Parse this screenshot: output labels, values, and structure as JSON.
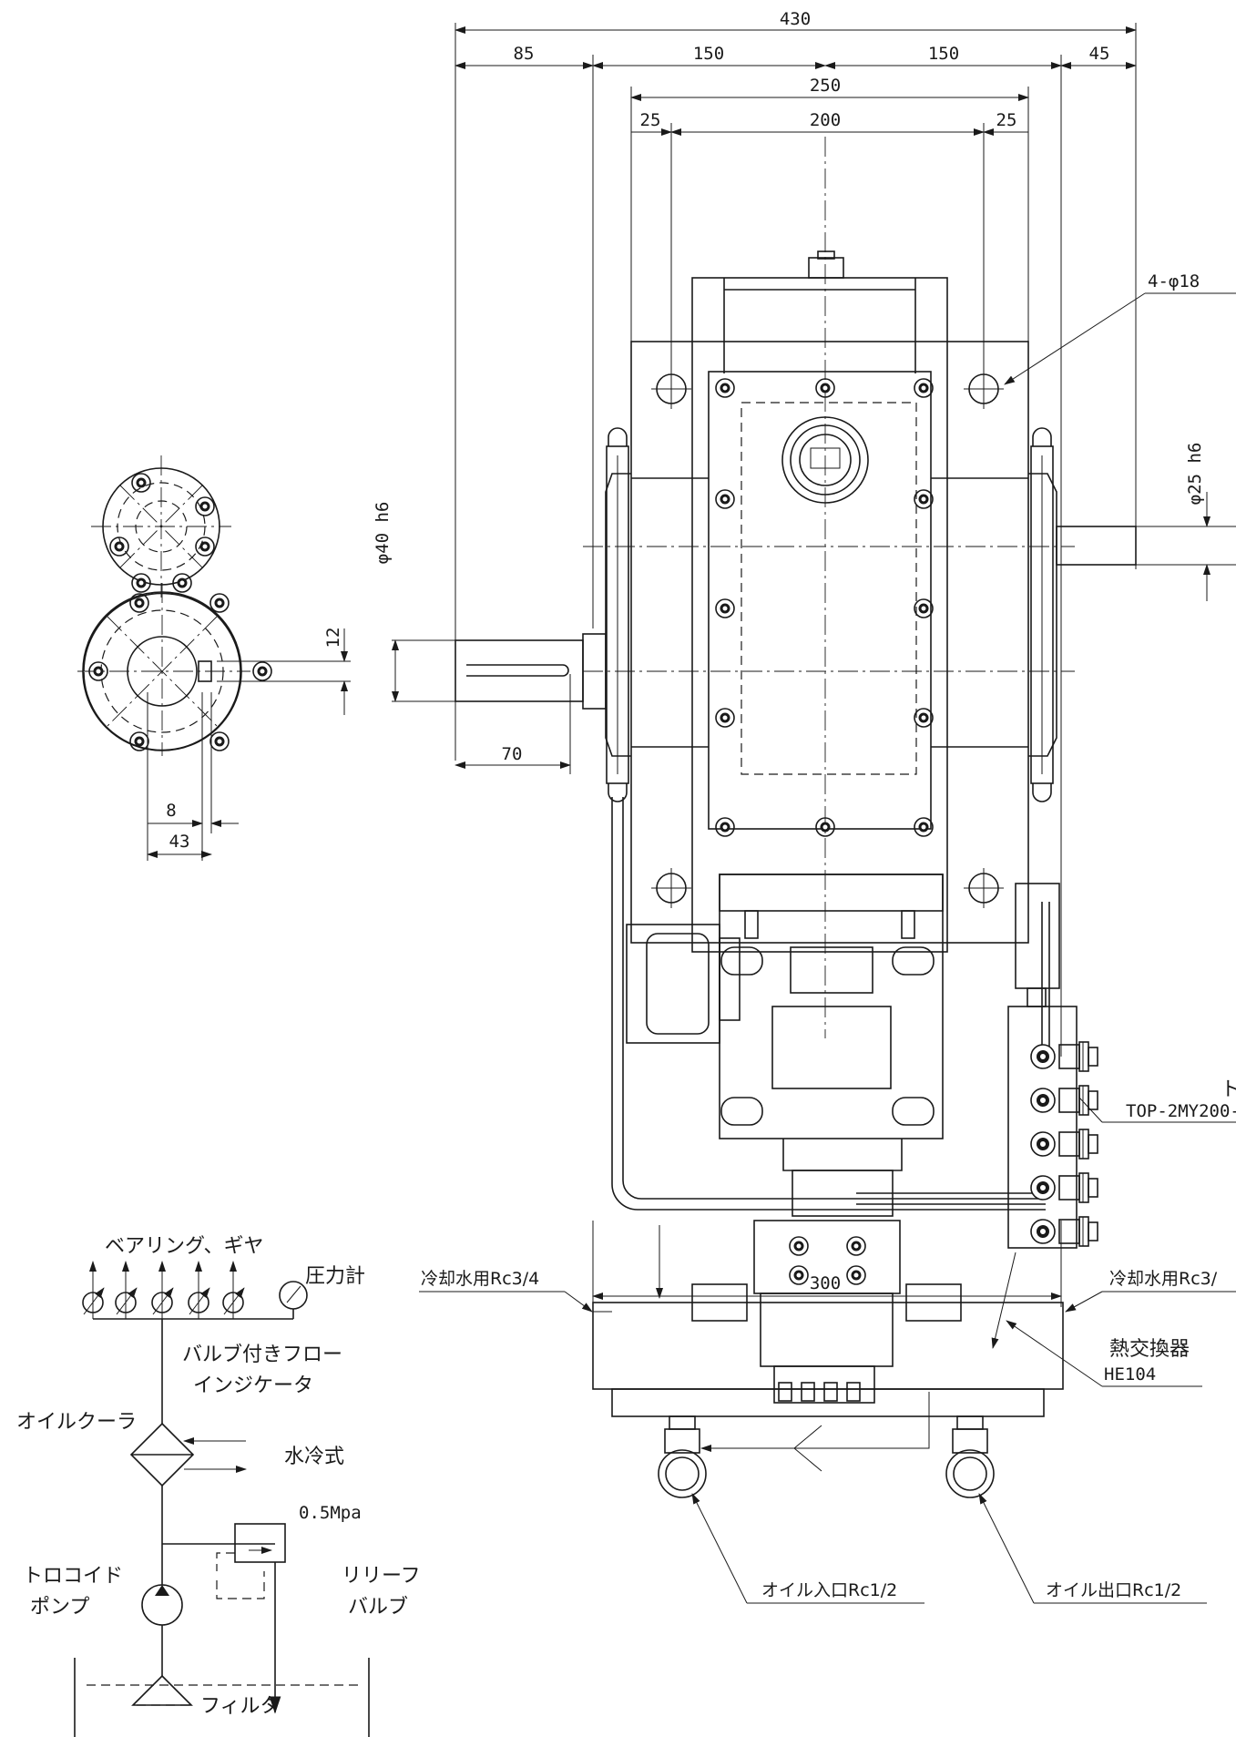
{
  "dimensions": {
    "total_width": "430",
    "left_overhang": "85",
    "left_half": "150",
    "right_half": "150",
    "right_overhang": "45",
    "mount_outer": "250",
    "mount_inner": "200",
    "mount_offset_left": "25",
    "mount_offset_right": "25",
    "mount_holes": "4-φ18",
    "output_shaft_dia": "φ25 h6",
    "input_shaft_dia": "φ40 h6",
    "shaft_length": "70",
    "key_height": "12",
    "key_width": "8",
    "shaft_section": "43",
    "base_width": "300"
  },
  "callouts": {
    "pump_model_partial": "ト",
    "pump_model_code_partial": "TOP-2MY200-",
    "cooling_water_left": "冷却水用Rc3/4",
    "cooling_water_right": "冷却水用Rc3/",
    "heat_exchanger": "熱交換器",
    "heat_exchanger_model": "HE104",
    "oil_inlet": "オイル入口Rc1/2",
    "oil_outlet": "オイル出口Rc1/2"
  },
  "schematic": {
    "bearing_gear": "ベアリング、ギヤ",
    "pressure_gauge": "圧力計",
    "flow_indicator_line1": "バルブ付きフロー",
    "flow_indicator_line2": "インジケータ",
    "oil_cooler": "オイルクーラ",
    "water_cooled": "水冷式",
    "relief_pressure": "0.5Mpa",
    "trochoid_line1": "トロコイド",
    "trochoid_line2": "ポンプ",
    "relief_line1": "リリーフ",
    "relief_line2": "バルブ",
    "filter": "フィルタ"
  },
  "colors": {
    "ink": "#1a1a1a",
    "paper": "#ffffff"
  }
}
